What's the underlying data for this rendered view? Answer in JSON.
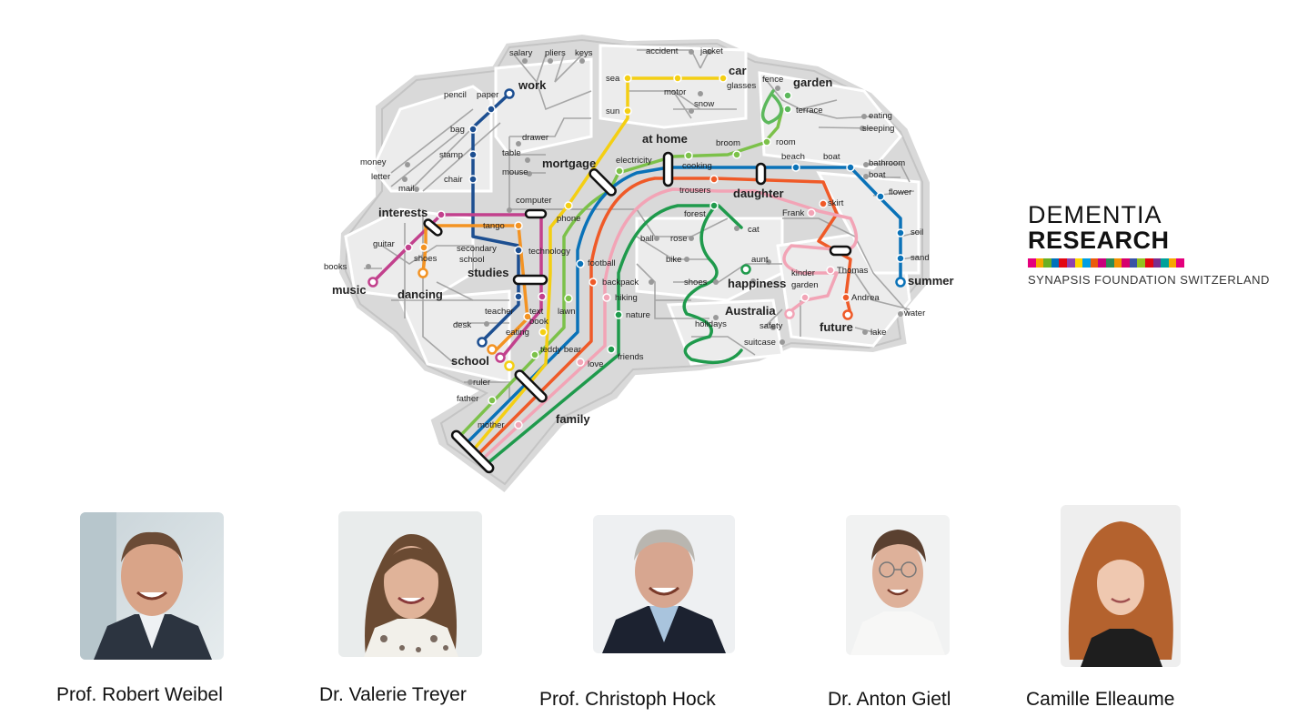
{
  "logo": {
    "line1": "DEMENTIA",
    "line2": "RESEARCH",
    "line3": "SYNAPSIS FOUNDATION SWITZERLAND",
    "stripe_colors": [
      "#e4007c",
      "#f7a600",
      "#6ab023",
      "#0072bc",
      "#e30613",
      "#8e44ad",
      "#ffd500",
      "#009fe3",
      "#ea5b0c",
      "#c8007c",
      "#2e8b57",
      "#f29100",
      "#d6006d",
      "#3a53a4",
      "#95c11f",
      "#e30613",
      "#7b2d8e",
      "#00a19a",
      "#f7a600",
      "#e4007c"
    ]
  },
  "map": {
    "line_colors": {
      "blue_dark": "#1d4f91",
      "blue": "#0a72b8",
      "yellow": "#f4cf13",
      "green_light": "#7cc14a",
      "green": "#1f9a4c",
      "red": "#ef5a28",
      "pink": "#f2a4b6",
      "magenta": "#c2418d",
      "orange": "#f39323",
      "lime": "#5cb85c"
    },
    "region_labels": [
      "work",
      "at home",
      "mortgage",
      "garden",
      "car",
      "interests",
      "studies",
      "daughter",
      "happiness",
      "music",
      "dancing",
      "school",
      "family",
      "Australia",
      "future",
      "summer"
    ],
    "station_labels": [
      "salary",
      "pliers",
      "keys",
      "accident",
      "jacket",
      "sea",
      "glasses",
      "pencil",
      "paper",
      "motor",
      "fence",
      "sun",
      "snow",
      "terrace",
      "eating",
      "sleeping",
      "bag",
      "drawer",
      "broom",
      "room",
      "table",
      "at home",
      "stamp",
      "electricity",
      "cooking",
      "beach",
      "boat",
      "bathroom",
      "money",
      "mouse",
      "letter",
      "chair",
      "boat",
      "mail",
      "trousers",
      "flower",
      "computer",
      "skirt",
      "forest",
      "Frank",
      "phone",
      "tango",
      "soil",
      "guitar",
      "secondary school",
      "technology",
      "cat",
      "ball",
      "rose",
      "shoes",
      "books",
      "football",
      "aunt",
      "sand",
      "bike",
      "kinder garden",
      "Thomas",
      "backpack",
      "shoes",
      "hiking",
      "Andrea",
      "teacher",
      "text book",
      "lawn",
      "nature",
      "desk",
      "holidays",
      "safety",
      "water",
      "eating",
      "lake",
      "suitcase",
      "teddy bear",
      "friends",
      "love",
      "ruler",
      "father",
      "mother"
    ]
  },
  "people": [
    {
      "name": "Prof. Robert Weibel",
      "photo": "portrait-weibel"
    },
    {
      "name": "Dr. Valerie Treyer",
      "photo": "portrait-treyer"
    },
    {
      "name": "Prof. Christoph Hock",
      "photo": "portrait-hock"
    },
    {
      "name": "Dr. Anton Gietl",
      "photo": "portrait-gietl"
    },
    {
      "name": "Camille Elleaume",
      "photo": "portrait-elleaume"
    }
  ]
}
